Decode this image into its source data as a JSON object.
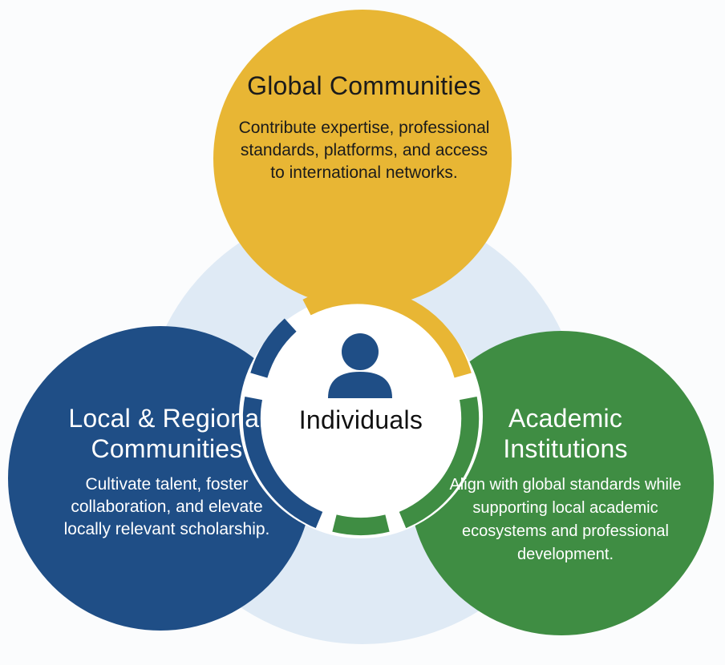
{
  "colors": {
    "global": "#e8b634",
    "regional": "#1f4e86",
    "academic": "#3f8d43",
    "connector": "#dfeaf5",
    "center_background": "#ffffff",
    "person_icon": "#1f4e86"
  },
  "center": {
    "label": "Individuals",
    "icon": "person-icon"
  },
  "nodes": {
    "global": {
      "title": "Global Communities",
      "description": "Contribute expertise, professional standards, platforms, and access to international networks."
    },
    "regional": {
      "title": "Local & Regional Communities",
      "description": "Cultivate talent, foster collaboration, and elevate locally relevant scholarship."
    },
    "academic": {
      "title": "Academic Institutions",
      "description": "Align with global standards while supporting local academic ecosystems and professional development."
    }
  }
}
